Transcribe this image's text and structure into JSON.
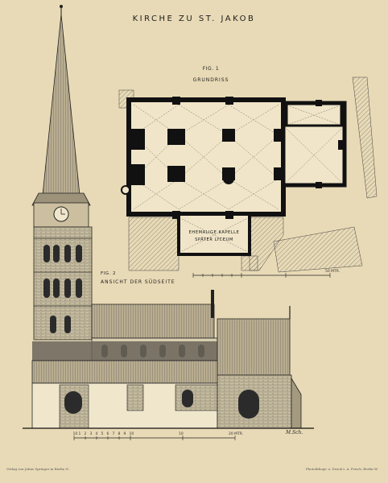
{
  "title": "KIRCHE ZU ST. JAKOB",
  "figure1": {
    "label": "FIG. 1",
    "name": "GRUNDRISS",
    "chapel_label_line1": "EHEMALIGE KAPELLE",
    "chapel_label_line2": "SPÄTER LYCEUM",
    "scale_end": "50 MTR."
  },
  "figure2": {
    "label": "FIG. 2",
    "name": "ANSICHT DER SÜDSEITE",
    "scale_marks": [
      "10",
      "1",
      "2",
      "3",
      "4",
      "5",
      "6",
      "7",
      "8",
      "9",
      "10"
    ],
    "scale_mid": "10",
    "scale_end": "20 MTR."
  },
  "signature": "M.Sch.",
  "footer_left": "Verlag von Julius Springer in Berlin N.",
  "footer_right": "Photolithogr. u. Druck v. A. Frisch, Berlin W.",
  "colors": {
    "paper": "#e8dab6",
    "ink": "#1d1d1d",
    "pencil": "#8c8ba0",
    "red_pencil": "#c05a5a"
  }
}
